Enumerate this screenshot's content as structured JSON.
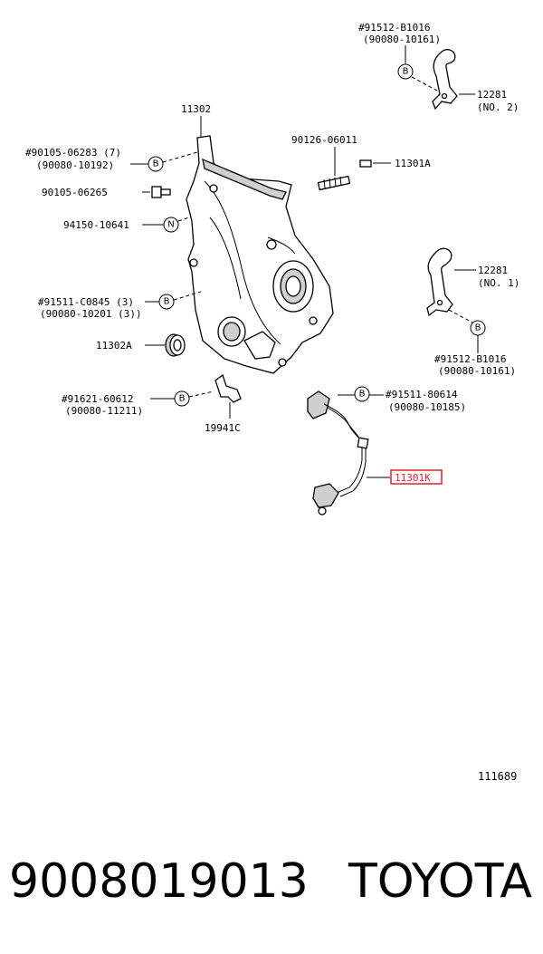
{
  "diagram": {
    "labels": {
      "p91512_b1016_top": "#91512-B1016",
      "p90080_10161_top": "(90080-10161)",
      "p12281_no2": "12281",
      "no2": "(NO. 2)",
      "p11302": "11302",
      "p90105_06283": "#90105-06283 (7)",
      "p90080_10192": "(90080-10192)",
      "p90126_06011": "90126-06011",
      "p11301a": "11301A",
      "p90105_06265": "90105-06265",
      "p94150_10641": "94150-10641",
      "p12281_no1": "12281",
      "no1": "(NO. 1)",
      "p91511_c0845": "#91511-C0845 (3)",
      "p90080_10201": "(90080-10201 (3))",
      "p11302a": "11302A",
      "p91512_b1016_mid": "#91512-B1016",
      "p90080_10161_mid": "(90080-10161)",
      "p91621_60612": "#91621-60612",
      "p90080_11211": "(90080-11211)",
      "p91511_80614": "#91511-80614",
      "p90080_10185": "(90080-10185)",
      "p19941c": "19941C",
      "p11301k": "11301K"
    },
    "badges": {
      "b": "B",
      "n": "N"
    },
    "highlight_color": "#e0202a"
  },
  "code_ref": "111689",
  "footer": {
    "part_number": "9008019013",
    "brand": "TOYOTA"
  }
}
